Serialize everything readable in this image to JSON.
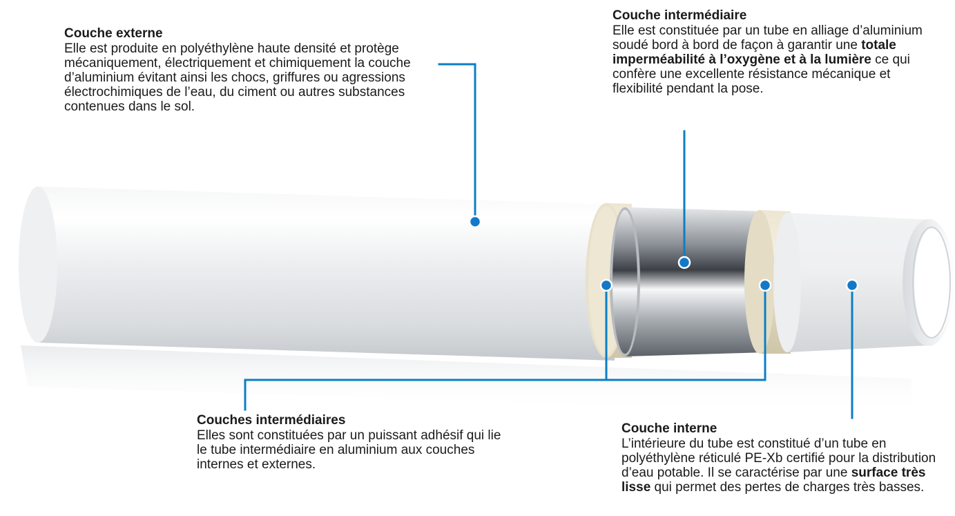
{
  "colors": {
    "leader": "#0a7fc4",
    "leader_dot_fill": "#1478c8",
    "pipe_white": "#e9eaec",
    "pipe_shadow": "#c9ccd0",
    "adhesive": "#e2dbc4",
    "aluminium_dark": "#3b3f44",
    "aluminium_light": "#f4f5f6",
    "text": "#1a1a1a"
  },
  "labels": {
    "external": {
      "title": "Couche externe",
      "body": "Elle est produite en polyéthylène haute densité et protège mécaniquement, électriquement et chimiquement la couche d’aluminium évitant ainsi les chocs, griffures ou agressions électrochimiques de l’eau, du ciment ou autres substances contenues dans le sol."
    },
    "intermediate": {
      "title": "Couche intermédiaire",
      "body_1": "Elle est constituée par un tube en alliage d’aluminium soudé bord à bord de façon à garantir une ",
      "body_bold": "totale imperméabilité à l’oxygène et à la lumière",
      "body_2": " ce qui confère une excellente résistance mécanique et flexibilité pendant la pose."
    },
    "adhesive": {
      "title": "Couches intermédiaires",
      "body": "Elles sont constituées par un puissant adhésif qui lie le tube intermédiaire en aluminium aux couches internes et externes."
    },
    "internal": {
      "title": "Couche interne",
      "body_1": "L’intérieure du tube est constitué d’un tube en polyéthylène réticulé PE-Xb certifié pour la distribution d’eau potable. Il se caractérise par une ",
      "body_bold": "surface très lisse",
      "body_2": " qui permet des pertes de charges très basses."
    }
  }
}
